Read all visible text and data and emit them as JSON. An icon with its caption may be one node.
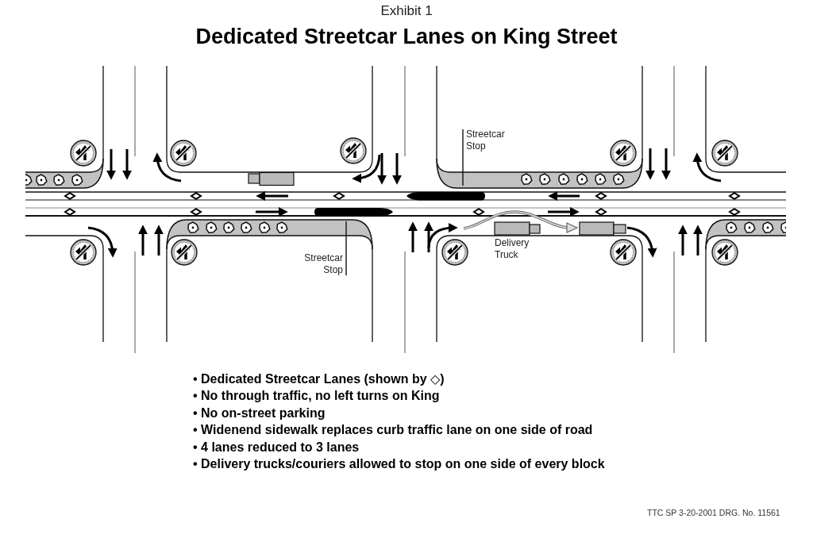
{
  "diagram": {
    "title": "Dedicated Streetcar Lanes on King Street",
    "nodes": [
      {
        "text": [
          "Streetcar Stop"
        ]
      },
      {
        "text": [
          "Streetcar Stop"
        ]
      }
    ],
    "edges": [
      {
        "from": 0,
        "to": null,
        "arrow": "none"
      },
      {
        "from": 1,
        "to": null,
        "arrow": "none"
      }
    ],
    "labels": [
      "Exhibit 1",
      "Delivery Truck",
      "• Dedicated Streetcar Lanes (shown by ◇)",
      "• No through traffic, no left turns on King",
      "• No on-street parking",
      "• Widenend sidewalk replaces curb traffic lane on one side of road",
      "• 4 lanes reduced to 3 lanes",
      "• Delivery trucks/couriers allowed to stop on one side of every block",
      "TTC SP 3-20-2001 DRG. No. 11561"
    ]
  }
}
